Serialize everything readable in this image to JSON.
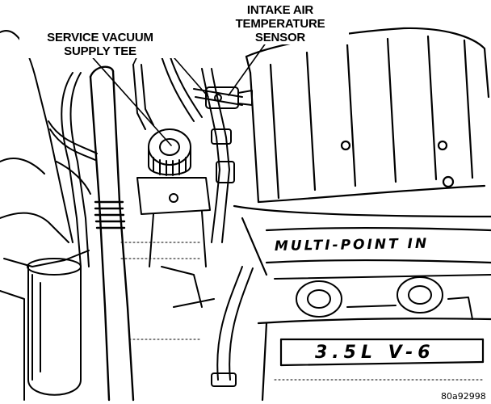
{
  "labels": {
    "vacuum_tee_line1": "SERVICE VACUUM",
    "vacuum_tee_line2": "SUPPLY TEE",
    "iat_line1": "INTAKE AIR",
    "iat_line2": "TEMPERATURE",
    "iat_line3": "SENSOR"
  },
  "engine_markings": {
    "plenum_text": "MULTI-POINT IN",
    "displacement_text": "3.5L V-6"
  },
  "figure_code": "80a92998"
}
